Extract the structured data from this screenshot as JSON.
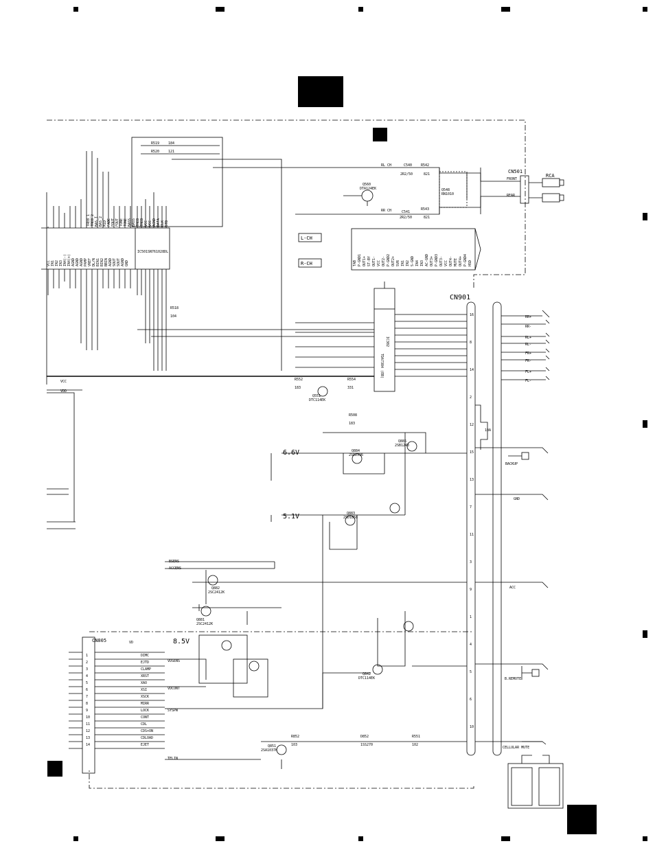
{
  "labels": {
    "cn501": "CN501",
    "rca": "RCA",
    "front": "FRONT",
    "rear": "REAR",
    "rl_ch": "RL CH",
    "rr_ch": "RR CH",
    "c540": "C540",
    "c541": "C541",
    "r542": "R542",
    "r543": "R543",
    "c540v": "2R2/50",
    "c541v": "2R2/50",
    "r542v": "821",
    "r543v": "821",
    "q548": "Q548",
    "q548p": "RN1010",
    "q560": "Q560",
    "q560p": "DTA124EK",
    "l_ch": "L-CH",
    "r_ch": "R-CH",
    "ic501": "IC501",
    "ic501p": "SN761028DL",
    "ic302": "IC302",
    "ic302p": "TDA7384 (EB)",
    "cn901": "CN901",
    "cn805": "CN805",
    "rr_plus": "RR+",
    "rr_minus": "RR-",
    "rl_plus": "RL+",
    "rl_minus": "RL-",
    "fr_plus": "FR+",
    "fr_minus": "FR-",
    "fl_plus": "FL+",
    "fl_minus": "FL-",
    "vcc": "VCC",
    "vdd": "VDD",
    "b6v": "6.6V",
    "b51v": "5.1V",
    "b85v": "8.5V",
    "fuse": "10A",
    "backup": "BACKUP",
    "gnd": "GND",
    "acc": "ACC",
    "bremote": "B.REMOTE",
    "cellmute": "CELLULAR MUTE",
    "q551": "Q551",
    "q551p": "DTC114EK",
    "q884": "Q884",
    "q884p": "2SD2396",
    "q885": "Q885",
    "q885p": "2SB1243",
    "q883": "Q883",
    "q883p": "2SD1858",
    "q882": "Q882",
    "q882p": "2SC2412K",
    "q881": "Q881",
    "q881p": "2SC2412K",
    "q851": "Q851",
    "q851p": "2SA1037K",
    "q842": "Q842",
    "q842p": "DTC114EK",
    "r551": "R551",
    "r551v": "102",
    "r552": "R552",
    "r552v": "183",
    "r554": "R554",
    "r554v": "331",
    "r508": "R508",
    "r508v": "183",
    "r519": "R519",
    "r519v": "184",
    "r520": "R520",
    "r520v": "121",
    "r518": "R518",
    "r518v": "104",
    "d852": "D852",
    "d852v": "1SS270",
    "r852": "R852",
    "r852v": "103",
    "bsens": "BSENS",
    "accens": "ACCENS",
    "vd": "VD",
    "vdsens": "VDSENS",
    "vdcont": "VDCONT",
    "syspw": "SYSPW",
    "telin": "TELIN",
    "cn805_pins": [
      "DIMC",
      "EJTD",
      "CLAMP",
      "XRST",
      "XAO",
      "XSI",
      "XSCK",
      "MIRR",
      "LOCK",
      "CONT",
      "CDL",
      "CDS+ON",
      "CDLOAD",
      "EJET"
    ],
    "cn901_pins": [
      "16",
      "8",
      "14",
      "2",
      "12",
      "15",
      "13",
      "7",
      "11",
      "3",
      "9",
      "1",
      "4",
      "5",
      "6",
      "10"
    ],
    "left_pins": [
      "VCC",
      "IN1",
      "IN2",
      "IN3",
      "IN4(-)",
      "IN4(+)",
      "AGND",
      "AGND",
      "AGND",
      "PAMP",
      "VREF",
      "DL/N",
      "BIN1",
      "BIN2",
      "BBIN",
      "AGND",
      "SOUT",
      "SOUT",
      "AGND",
      "GND"
    ],
    "sn_pins": [
      "TREB_1",
      "TREB_2",
      "BAS_1",
      "BAS_2",
      "MID",
      "FADE",
      "FOUT",
      "FOUT",
      "TONE",
      "TONE",
      "BASS",
      "BASS",
      "TREB",
      "TREB",
      "VCC",
      "VCC",
      "AGND",
      "DATA",
      "CLK",
      "STB"
    ],
    "tda_pins": [
      "TAB",
      "P-GND1",
      "OUT1+",
      "ST-BY",
      "OUT1-",
      "VCC",
      "OUT2-",
      "P-GND2",
      "OUT2+",
      "SVR",
      "IN1",
      "IN2",
      "S-GND",
      "IN4",
      "IN3",
      "AC-GND",
      "OUT3+",
      "P-GND3",
      "OUT3-",
      "VCC",
      "OUT4-",
      "MUTE",
      "OUT4+",
      "P-GND4",
      "HSD"
    ]
  },
  "colors": {
    "ink": "#000000",
    "paper": "#ffffff"
  }
}
